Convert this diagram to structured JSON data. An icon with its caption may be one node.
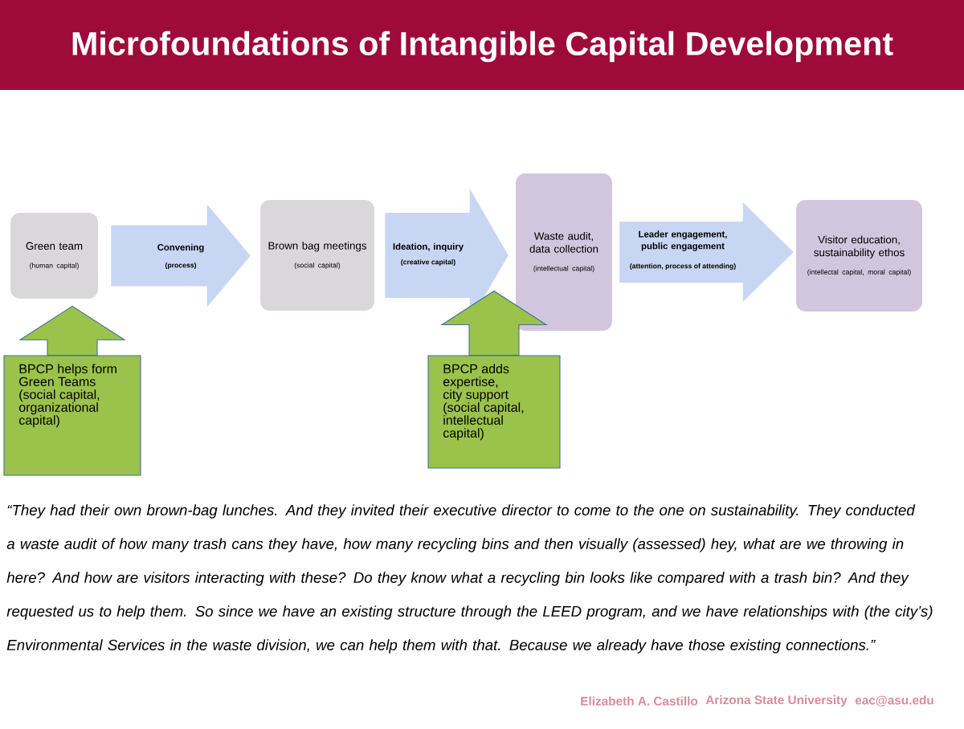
{
  "diagram": {
    "title": "Microfoundations of Intangible Capital Development",
    "nodes": [
      {
        "text": [
          "Green team",
          "(human capital)"
        ]
      },
      {
        "text": [
          "Brown bag meetings",
          "(social capital)"
        ]
      },
      {
        "text": [
          "Waste audit, data collection",
          "(intellectual capital)"
        ]
      },
      {
        "text": [
          "Visitor education, sustainability ethos",
          "(intellectal capital, moral capital)"
        ]
      },
      {
        "text": [
          "BPCP helps form Green Teams (social capital, organizational capital)"
        ]
      },
      {
        "text": [
          "BPCP adds expertise, city support (social capital, intellectual capital)"
        ]
      }
    ],
    "edges": [
      {
        "from": 0,
        "to": 1,
        "arrow": "to",
        "label": "Convening"
      },
      {
        "from": 1,
        "to": 2,
        "arrow": "to",
        "label": "Ideation, inquiry"
      },
      {
        "from": 2,
        "to": 3,
        "arrow": "to",
        "label": "Leader engagement, public engagement"
      },
      {
        "from": 4,
        "to": 0,
        "arrow": "to"
      },
      {
        "from": 5,
        "to": null,
        "arrow": "to"
      }
    ],
    "labels": [
      "(process)",
      "(creative capital)",
      "(attention, process of attending)",
      "“They had their own brown-bag lunches. And they invited their executive director to come to the one on sustainability. They conducted a waste audit of how many trash cans they have, how many recycling bins and then visually (assessed) hey, what are we throwing in here? And how are visitors interacting with these? Do they know what a recycling bin looks like compared with a trash bin? And they requested us to help them. So since we have an existing structure through the LEED program, and we have relationships with (the city’s) Environmental Services in the waste division, we can help them with that. Because we already have those existing connections.”",
      "Elizabeth A. Castillo",
      "Arizona State University",
      "eac@asu.edu"
    ]
  }
}
